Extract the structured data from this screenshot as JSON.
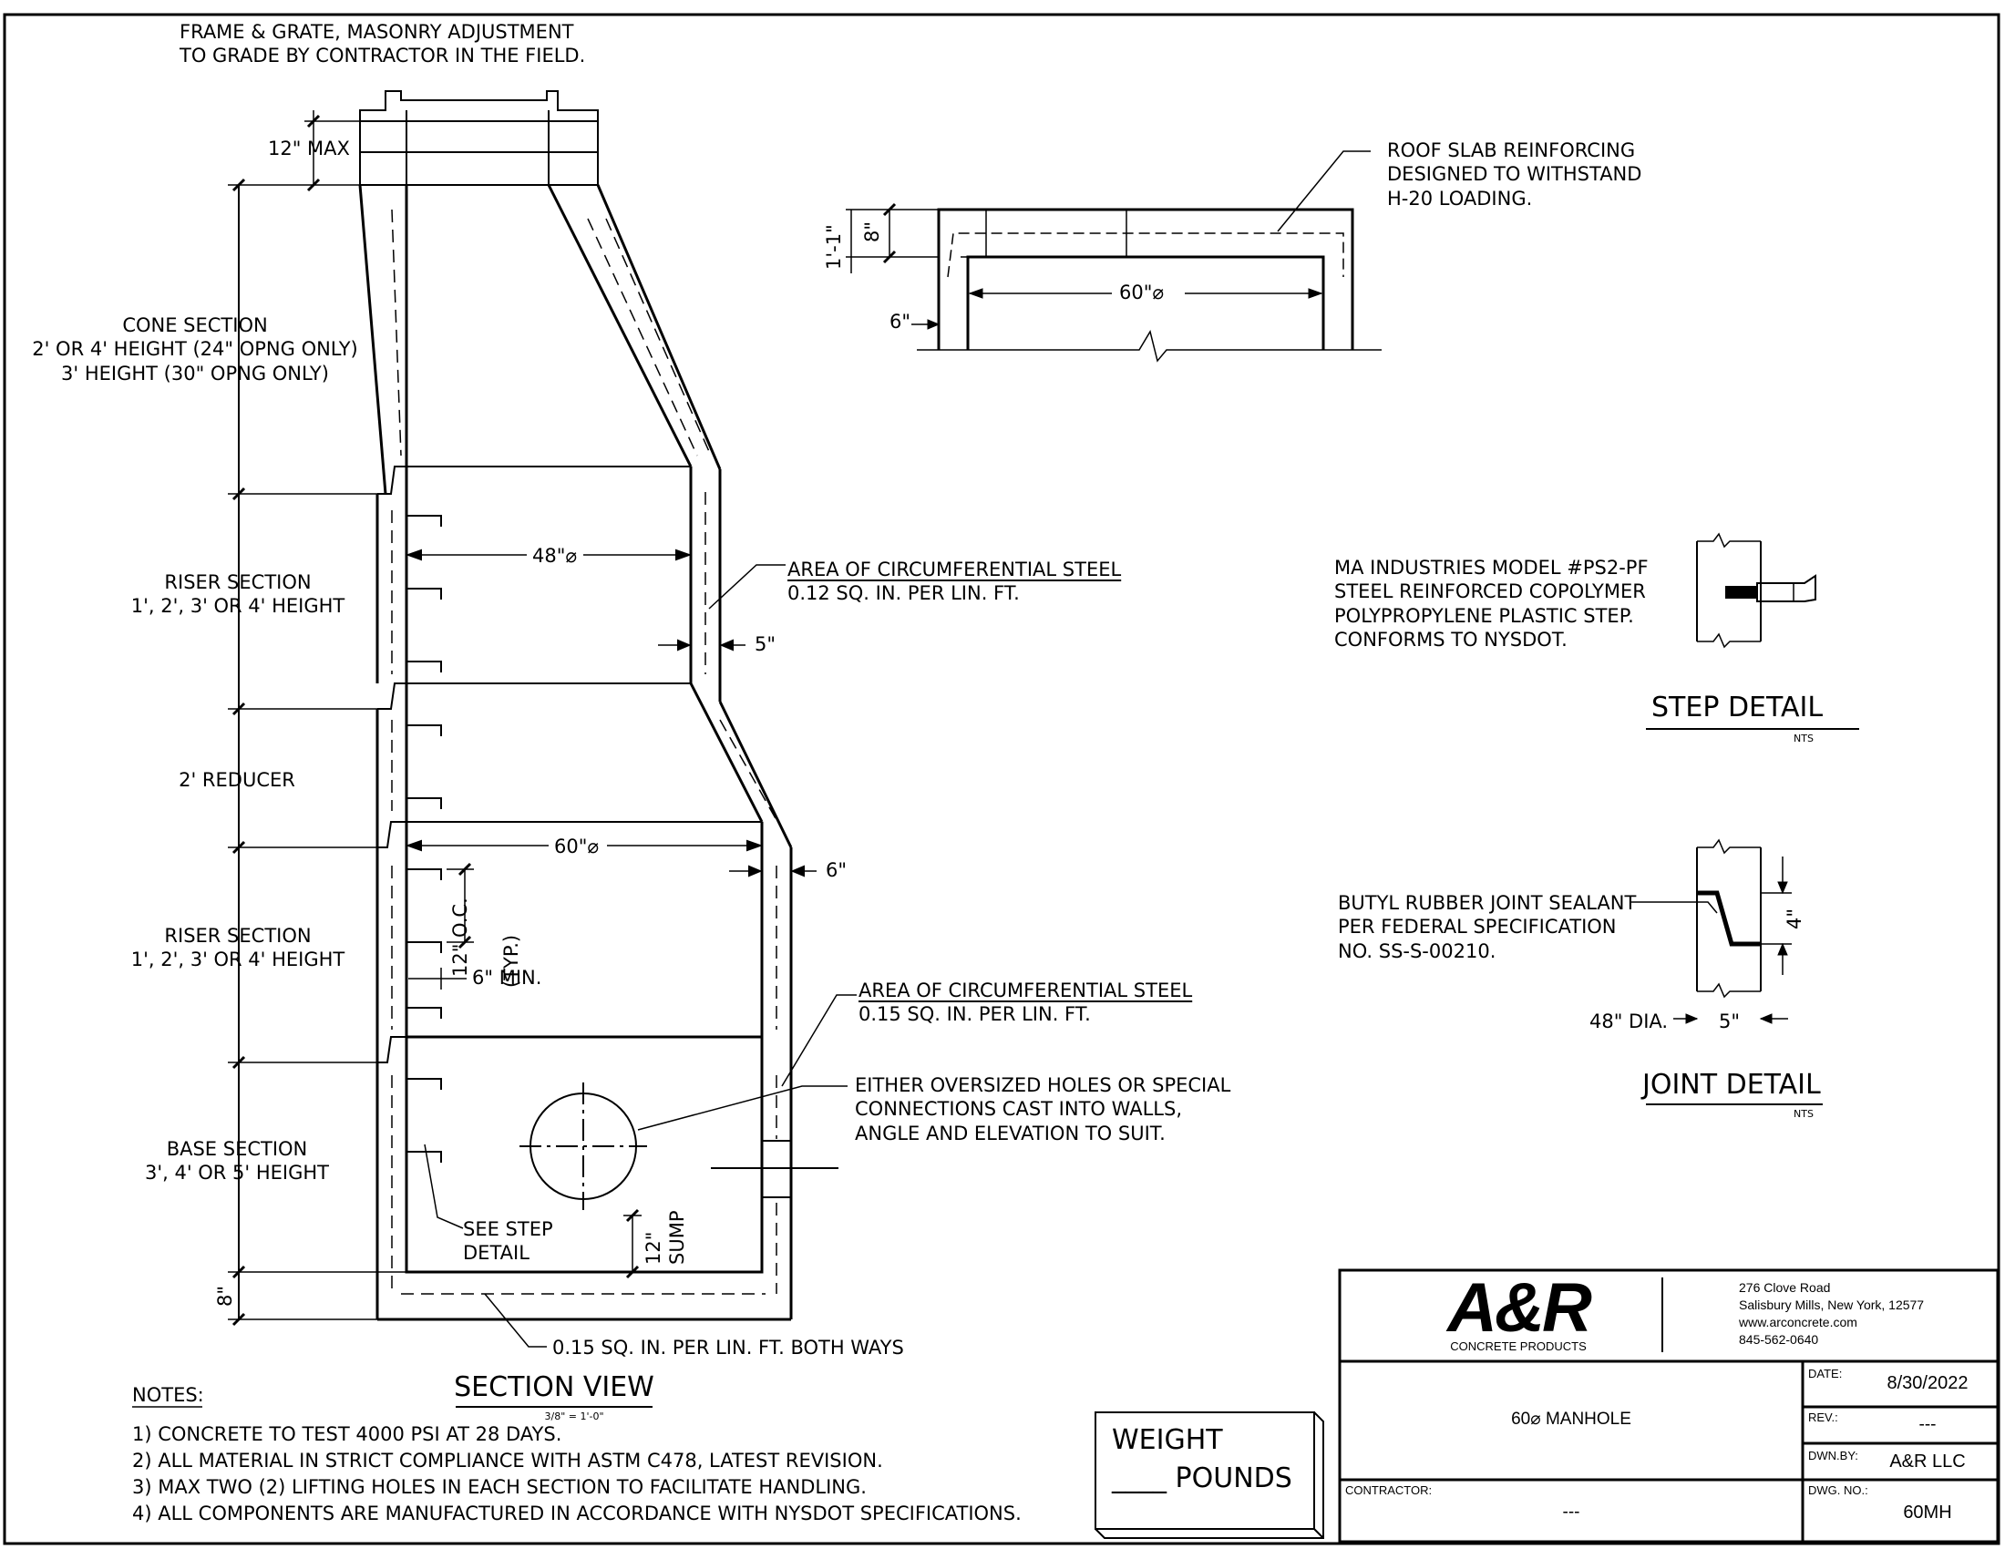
{
  "section_view": {
    "frame_note": [
      "FRAME & GRATE, MASONRY ADJUSTMENT",
      "TO GRADE BY CONTRACTOR IN THE FIELD."
    ],
    "dim_12_max": "12\" MAX",
    "cone_section": [
      "CONE SECTION",
      "2' OR 4' HEIGHT (24\" OPNG ONLY)",
      "3' HEIGHT (30\" OPNG ONLY)"
    ],
    "riser_section_upper": [
      "RISER SECTION",
      "1', 2', 3' OR 4' HEIGHT"
    ],
    "reducer": "2' REDUCER",
    "riser_section_lower": [
      "RISER SECTION",
      "1', 2', 3' OR 4' HEIGHT"
    ],
    "base_section": [
      "BASE SECTION",
      "3', 4' OR 5' HEIGHT"
    ],
    "dim_48": "48\"⌀",
    "dim_60": "60\"⌀",
    "dim_5": "5\"",
    "dim_6": "6\"",
    "dim_12_oc": "12\" O.C.",
    "dim_typ": "(TYP.)",
    "dim_6_min": "6\" MIN.",
    "dim_8": "8\"",
    "dim_12_sump": "12\"",
    "sump": "SUMP",
    "steel_upper": [
      "AREA OF CIRCUMFERENTIAL STEEL",
      "0.12 SQ. IN. PER LIN. FT."
    ],
    "steel_lower": [
      "AREA OF CIRCUMFERENTIAL STEEL",
      "0.15 SQ. IN. PER LIN. FT."
    ],
    "holes_note": [
      "EITHER OVERSIZED HOLES OR SPECIAL",
      "CONNECTIONS CAST INTO WALLS,",
      "ANGLE AND ELEVATION TO SUIT."
    ],
    "see_step": [
      "SEE STEP",
      "DETAIL"
    ],
    "base_steel": "0.15 SQ. IN. PER LIN. FT. BOTH WAYS",
    "title": "SECTION VIEW",
    "scale": "3/8\" = 1'-0\""
  },
  "roof_slab": {
    "note": [
      "ROOF SLAB REINFORCING",
      "DESIGNED TO WITHSTAND",
      "H-20 LOADING."
    ],
    "dim_1_1": "1'-1\"",
    "dim_8": "8\"",
    "dim_6": "6\"",
    "dim_60": "60\"⌀"
  },
  "step_detail": {
    "note": [
      "MA INDUSTRIES MODEL #PS2-PF",
      "STEEL REINFORCED COPOLYMER",
      "POLYPROPYLENE PLASTIC STEP.",
      "CONFORMS TO NYSDOT."
    ],
    "title": "STEP DETAIL",
    "scale": "NTS"
  },
  "joint_detail": {
    "note": [
      "BUTYL RUBBER JOINT SEALANT",
      "PER  FEDERAL  SPECIFICATION",
      "NO. SS-S-00210."
    ],
    "dim_4": "4\"",
    "dim_48_dia": "48\" DIA.",
    "dim_5": "5\"",
    "title": "JOINT DETAIL",
    "scale": "NTS"
  },
  "notes": {
    "heading": "NOTES:",
    "items": [
      "1)  CONCRETE TO TEST 4000 PSI AT 28 DAYS.",
      "2)  ALL MATERIAL IN STRICT COMPLIANCE WITH ASTM C478, LATEST REVISION.",
      "3)  MAX TWO (2) LIFTING HOLES IN EACH SECTION TO FACILITATE HANDLING.",
      "4)  ALL COMPONENTS ARE MANUFACTURED IN ACCORDANCE WITH NYSDOT SPECIFICATIONS."
    ]
  },
  "weight": {
    "line1": "WEIGHT",
    "line2": "____ POUNDS"
  },
  "title_block": {
    "logo": "A&R",
    "logo_sub": "CONCRETE PRODUCTS",
    "address": [
      "276 Clove Road",
      "Salisbury Mills, New York, 12577",
      "www.arconcrete.com",
      "845-562-0640"
    ],
    "project": "60⌀ MANHOLE",
    "contractor_label": "CONTRACTOR:",
    "contractor_value": "---",
    "date_label": "DATE:",
    "date_value": "8/30/2022",
    "rev_label": "REV.:",
    "rev_value": "---",
    "drawn_label": "DWN.BY:",
    "drawn_value": "A&R LLC",
    "dwg_label": "DWG. NO.:",
    "dwg_value": "60MH"
  }
}
